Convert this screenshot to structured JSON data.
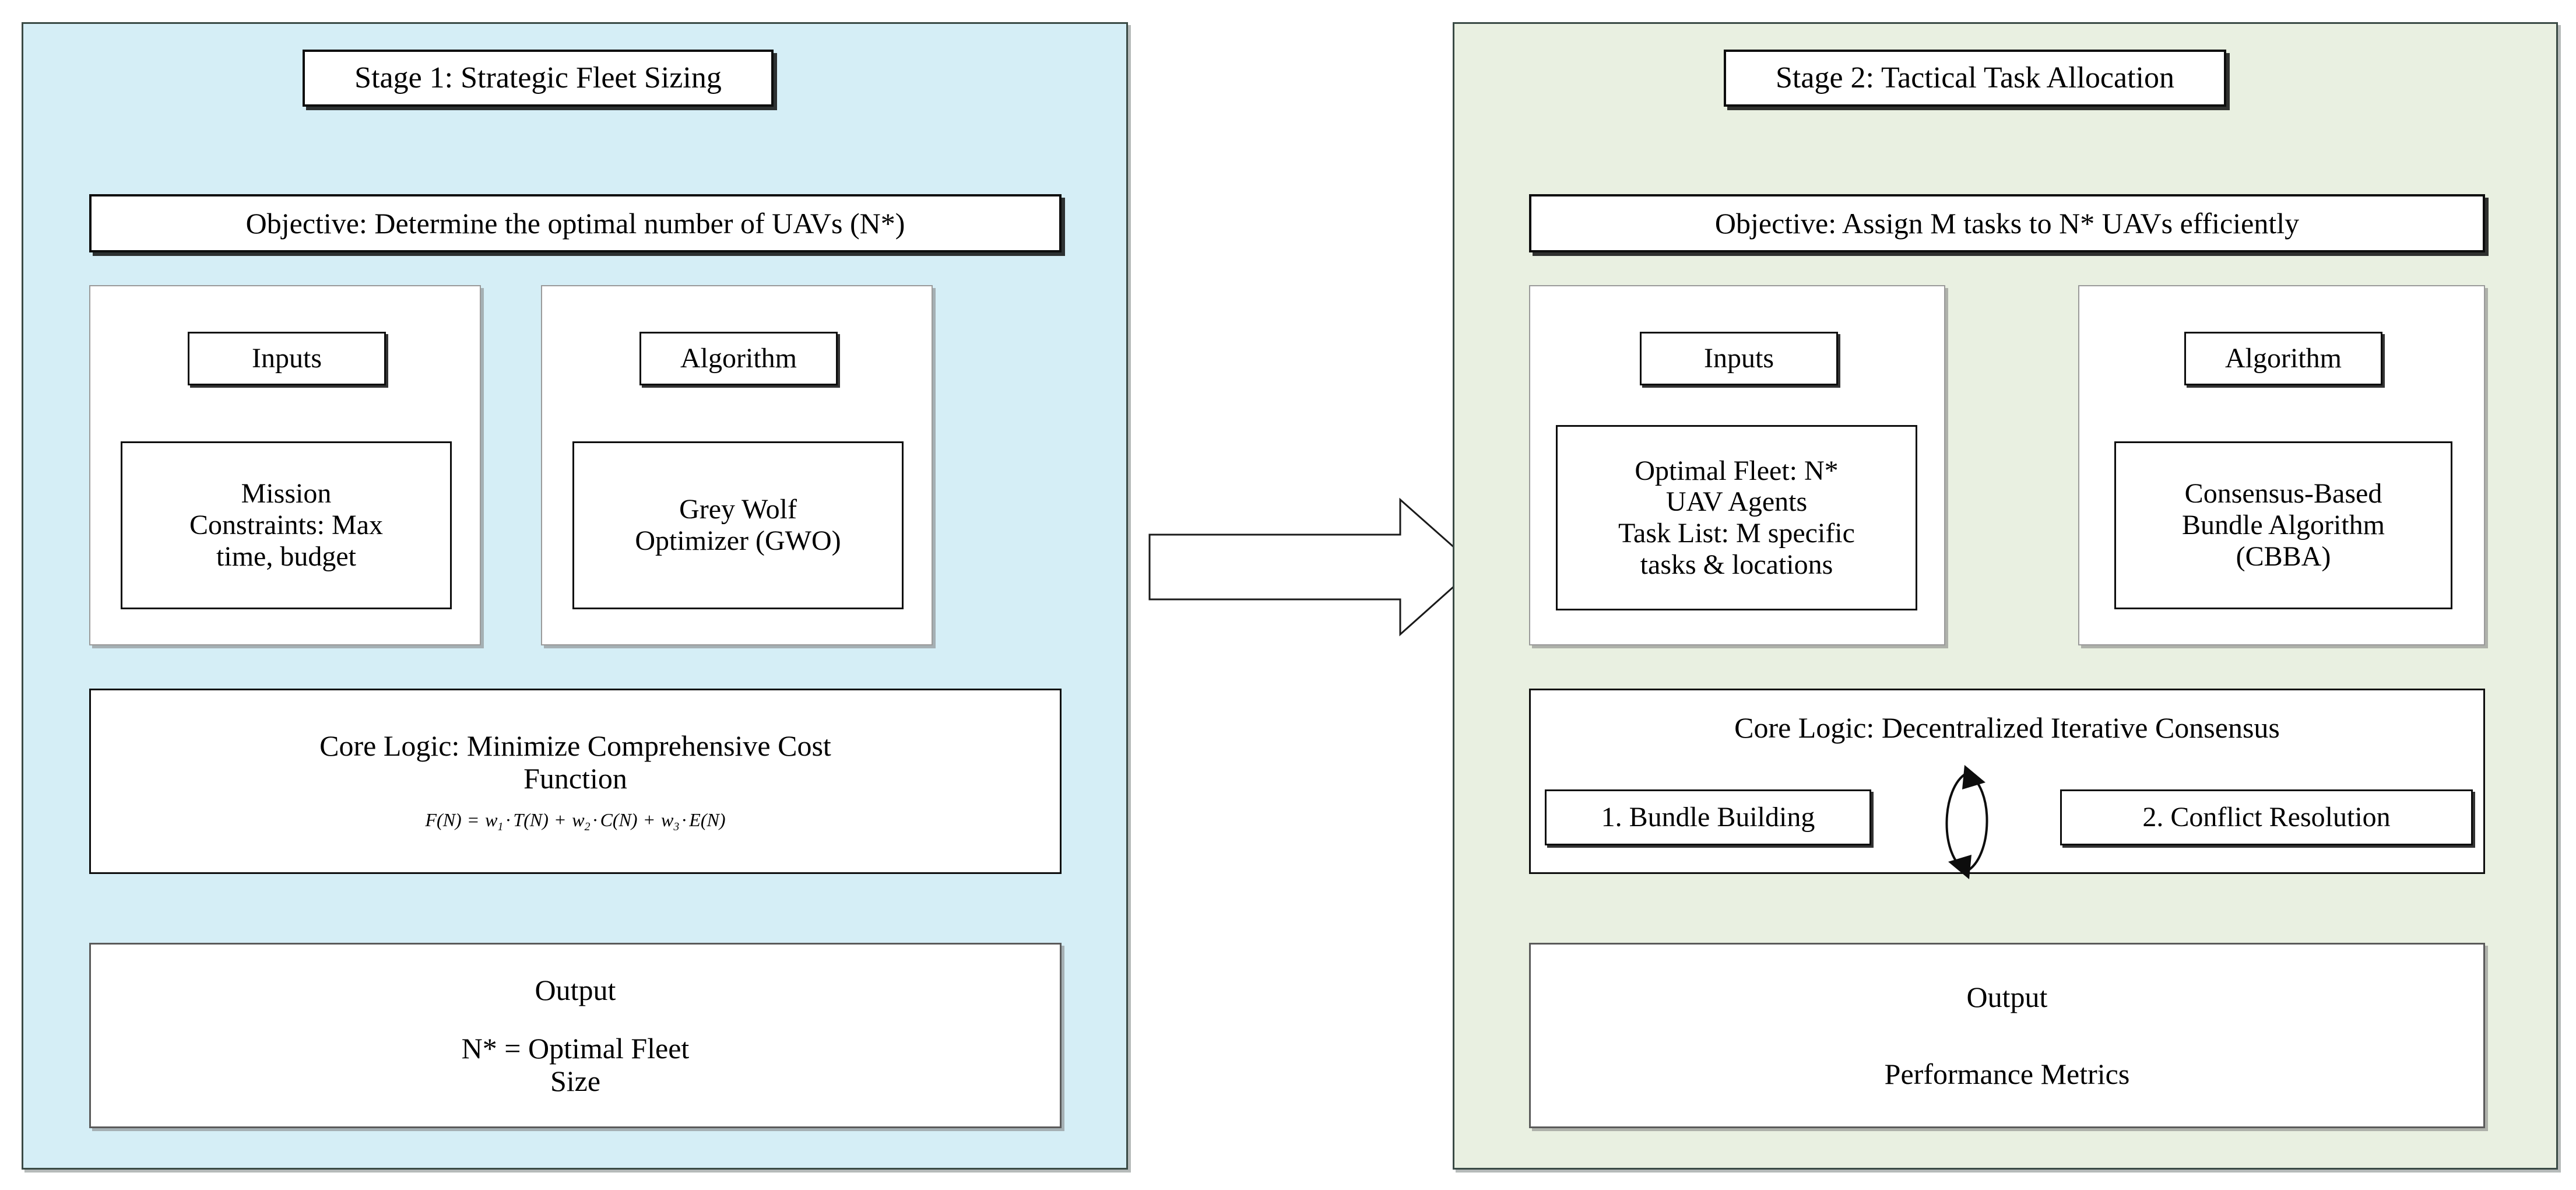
{
  "diagram": {
    "title_semantic": "two-stage-uav-fleet-optimization-framework",
    "colors": {
      "stage1_fill": "#d5eef6",
      "stage2_fill": "#e9f0e1",
      "panel_border": "#3a4a45",
      "box_border": "#0d0d0d",
      "card_border": "#9a9a9a",
      "text": "#000000"
    }
  },
  "stage1": {
    "title": "Stage 1: Strategic Fleet Sizing",
    "objective": "Objective: Determine the optimal number of UAVs (N*)",
    "inputs": {
      "header": "Inputs",
      "lines": [
        "Mission",
        "Constraints: Max",
        "time, budget"
      ]
    },
    "algorithm": {
      "header": "Algorithm",
      "lines": [
        "Grey Wolf",
        "Optimizer (GWO)"
      ]
    },
    "core_logic": {
      "lines": [
        "Core Logic: Minimize Comprehensive Cost",
        "Function"
      ],
      "formula_plain": "F(N) = w1 · T(N) + w2 · C(N) + w3 · E(N)",
      "formula_parts": {
        "lhs": "F(N)",
        "eq": "=",
        "term1_w": "w",
        "term1_sub": "1",
        "term1_fn": "T(N)",
        "plus1": "+",
        "term2_w": "w",
        "term2_sub": "2",
        "term2_fn": "C(N)",
        "plus2": "+",
        "term3_w": "w",
        "term3_sub": "3",
        "term3_fn": "E(N)",
        "dot": "·"
      }
    },
    "output": {
      "header": "Output",
      "lines": [
        "N* = Optimal Fleet",
        "Size"
      ]
    }
  },
  "stage2": {
    "title": "Stage 2: Tactical Task Allocation",
    "objective": "Objective: Assign M tasks to N* UAVs efficiently",
    "inputs": {
      "header": "Inputs",
      "lines": [
        "Optimal Fleet: N*",
        "UAV Agents",
        "Task List: M specific",
        "tasks & locations"
      ]
    },
    "algorithm": {
      "header": "Algorithm",
      "lines": [
        "Consensus-Based",
        "Bundle Algorithm",
        "(CBBA)"
      ]
    },
    "core_logic": {
      "heading": "Core Logic: Decentralized Iterative Consensus",
      "step1": "1. Bundle Building",
      "step2": "2. Conflict Resolution",
      "cycle_icon": "circular-arrow-icon"
    },
    "output": {
      "header": "Output",
      "lines": [
        "Performance Metrics"
      ]
    }
  },
  "transition": {
    "icon": "right-block-arrow-icon",
    "direction": "stage1-to-stage2"
  }
}
